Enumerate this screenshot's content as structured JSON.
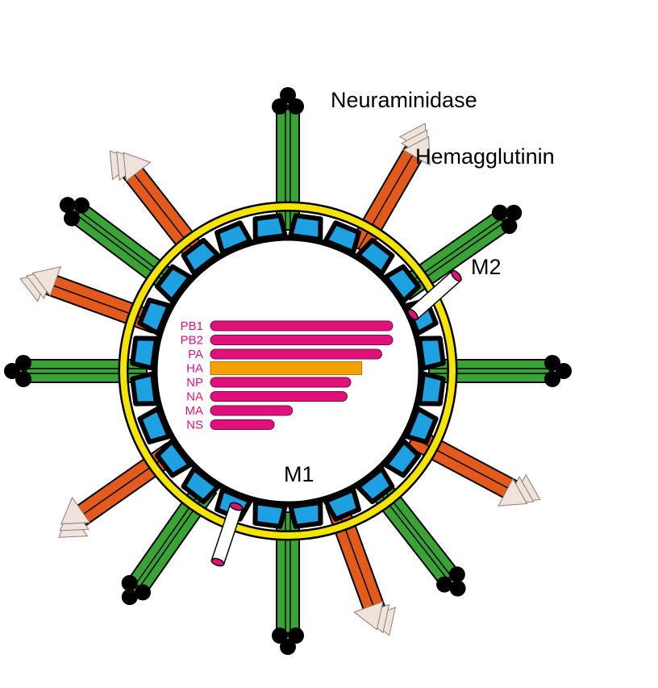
{
  "labels": {
    "neuraminidase": "Neuraminidase",
    "hemagglutinin": "Hemagglutinin",
    "m2": "M2",
    "m1": "M1"
  },
  "segments": [
    {
      "name": "PB1",
      "rel": 1.0,
      "highlight": false
    },
    {
      "name": "PB2",
      "rel": 1.0,
      "highlight": false
    },
    {
      "name": "PA",
      "rel": 0.94,
      "highlight": false
    },
    {
      "name": "HA",
      "rel": 0.83,
      "highlight": true
    },
    {
      "name": "NP",
      "rel": 0.77,
      "highlight": false
    },
    {
      "name": "NA",
      "rel": 0.75,
      "highlight": false
    },
    {
      "name": "MA",
      "rel": 0.45,
      "highlight": false
    },
    {
      "name": "NS",
      "rel": 0.35,
      "highlight": false
    }
  ],
  "colors": {
    "envelope": "#f5e400",
    "matrix": "#1da1e0",
    "outline": "#000000",
    "hemagglutinin": "#3aa335",
    "neuraminidase": "#e25a1c",
    "neuraminidase_head": "#efe3dc",
    "rna": "#e0117a",
    "rna_highlight": "#f2a100",
    "m2_channel": "#e0117a"
  },
  "icons": {
    "hemagglutinin_head": "trimer-ball-icon",
    "neuraminidase_head": "tetramer-arrow-icon"
  }
}
